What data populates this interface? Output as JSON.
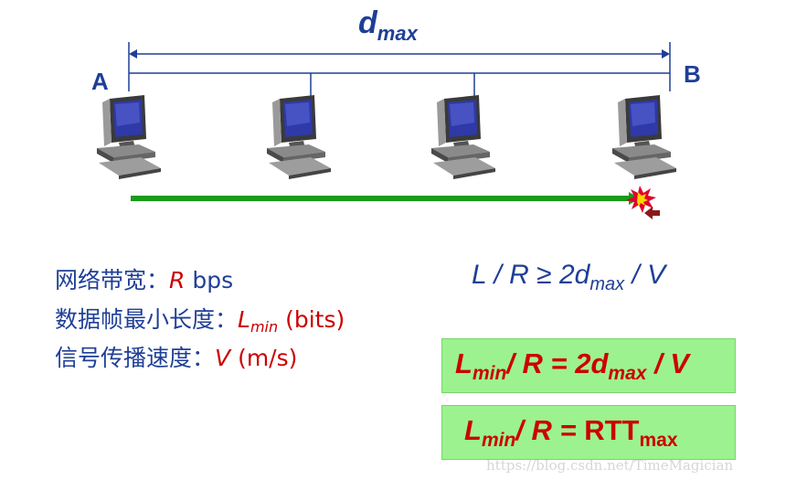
{
  "diagram": {
    "label_a": "A",
    "label_b": "B",
    "dmax": {
      "base": "d",
      "sub": "max"
    },
    "computer_icon": "desktop-computer-icon",
    "computer_count": 4,
    "signal": {
      "color": "#1a9a1a",
      "collision_icon": "collision-burst-icon"
    }
  },
  "params": {
    "bandwidth": {
      "label": "网络带宽：",
      "var": "R",
      "unit": " bps"
    },
    "min_frame": {
      "label": "数据帧最小长度：",
      "var": "L",
      "sub": "min",
      "unit": " (bits)"
    },
    "speed": {
      "label": "信号传播速度：",
      "var": "V",
      "unit": " (m/s)"
    }
  },
  "inequality": {
    "left": "L / R ≥ 2d",
    "sub": "max",
    "right": "/ V"
  },
  "equations": [
    {
      "a": "L",
      "a_sub": "min",
      "mid": "/ R = 2d",
      "b_sub": "max",
      "end": "/ V"
    },
    {
      "a": "L",
      "a_sub": "min",
      "mid": "/ R = RTT",
      "b_sub": "max",
      "end": ""
    }
  ],
  "watermark": "https://blog.csdn.net/TimeMagician",
  "colors": {
    "blue_text": "#1f3f96",
    "red_text": "#cc0000",
    "box_fill": "#9cf28f",
    "signal_green": "#1a9a1a"
  }
}
